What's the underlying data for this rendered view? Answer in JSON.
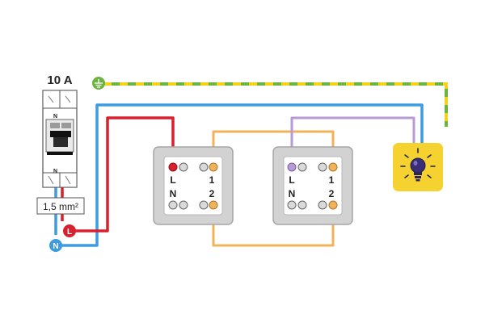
{
  "breaker": {
    "rating": "10 A",
    "n_mark_top": "N",
    "n_mark_bottom": "N",
    "wire_section": "1,5 mm²"
  },
  "badges": {
    "earth_icon": "earth-ground-icon",
    "live": "L",
    "neutral": "N"
  },
  "switch_1": {
    "terminal_L": "L",
    "terminal_N": "N",
    "terminal_1": "1",
    "terminal_2": "2"
  },
  "switch_2": {
    "terminal_L": "L",
    "terminal_N": "N",
    "terminal_1": "1",
    "terminal_2": "2"
  },
  "lamp_icon": "light-bulb-icon",
  "colors": {
    "earth_green": "#6cb33f",
    "earth_yellow": "#f2d21b",
    "neutral_blue": "#3d9be0",
    "live_red": "#d7212e",
    "traveler_orange": "#f0b35a",
    "lamp_purple": "#b79bd6",
    "lamp_yellow": "#f6d230",
    "plate_grey": "#d2d2d2"
  }
}
